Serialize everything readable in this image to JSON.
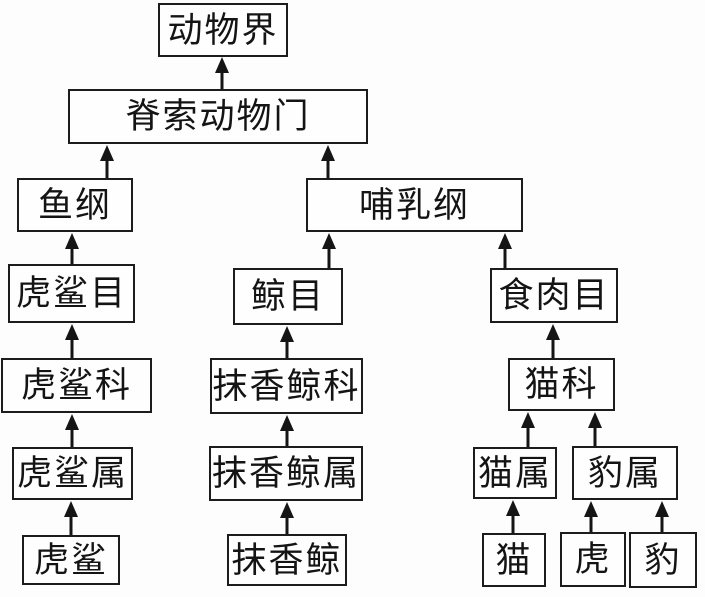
{
  "diagram": {
    "nodes": {
      "kingdom": {
        "label": "动物界"
      },
      "phylum": {
        "label": "脊索动物门"
      },
      "class_fish": {
        "label": "鱼纲"
      },
      "class_mammal": {
        "label": "哺乳纲"
      },
      "order_tiger_shark": {
        "label": "虎鲨目"
      },
      "order_whale": {
        "label": "鲸目"
      },
      "order_carnivora": {
        "label": "食肉目"
      },
      "family_tiger_shark": {
        "label": "虎鲨科"
      },
      "family_sperm_whale": {
        "label": "抹香鲸科"
      },
      "family_cat": {
        "label": "猫科"
      },
      "genus_tiger_shark": {
        "label": "虎鲨属"
      },
      "genus_sperm_whale": {
        "label": "抹香鲸属"
      },
      "genus_cat": {
        "label": "猫属"
      },
      "genus_panther": {
        "label": "豹属"
      },
      "species_tiger_shark": {
        "label": "虎鲨"
      },
      "species_sperm_whale": {
        "label": "抹香鲸"
      },
      "species_cat": {
        "label": "猫"
      },
      "species_tiger": {
        "label": "虎"
      },
      "species_leopard": {
        "label": "豹"
      }
    },
    "edges": [
      {
        "from": "phylum",
        "to": "kingdom"
      },
      {
        "from": "class_fish",
        "to": "phylum"
      },
      {
        "from": "class_mammal",
        "to": "phylum"
      },
      {
        "from": "order_tiger_shark",
        "to": "class_fish"
      },
      {
        "from": "order_whale",
        "to": "class_mammal"
      },
      {
        "from": "order_carnivora",
        "to": "class_mammal"
      },
      {
        "from": "family_tiger_shark",
        "to": "order_tiger_shark"
      },
      {
        "from": "family_sperm_whale",
        "to": "order_whale"
      },
      {
        "from": "family_cat",
        "to": "order_carnivora"
      },
      {
        "from": "genus_tiger_shark",
        "to": "family_tiger_shark"
      },
      {
        "from": "genus_sperm_whale",
        "to": "family_sperm_whale"
      },
      {
        "from": "genus_cat",
        "to": "family_cat"
      },
      {
        "from": "genus_panther",
        "to": "family_cat"
      },
      {
        "from": "species_tiger_shark",
        "to": "genus_tiger_shark"
      },
      {
        "from": "species_sperm_whale",
        "to": "genus_sperm_whale"
      },
      {
        "from": "species_cat",
        "to": "genus_cat"
      },
      {
        "from": "species_tiger",
        "to": "genus_panther"
      },
      {
        "from": "species_leopard",
        "to": "genus_panther"
      }
    ],
    "colors": {
      "background": "#fdfdfd",
      "box_border": "#1c1c1c",
      "text": "#141414",
      "arrow": "#151515"
    }
  }
}
